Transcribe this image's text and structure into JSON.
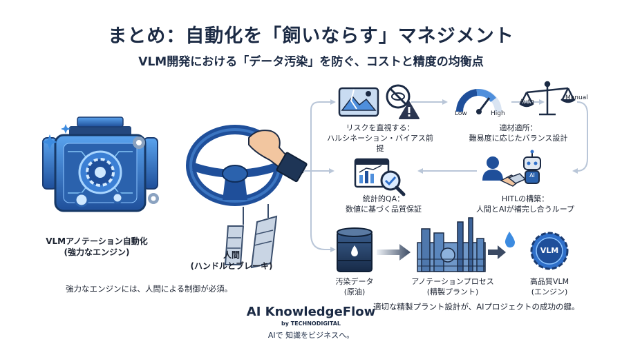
{
  "header": {
    "title": "まとめ：自動化を「飼いならす」マネジメント",
    "subtitle": "VLM開発における「データ汚染」を防ぐ、コストと精度の均衡点"
  },
  "left": {
    "engine_label_1": "VLMアノテーション自動化",
    "engine_label_2": "(強力なエンジン)",
    "human_label_1": "人間",
    "human_label_2": "(ハンドルとブレーキ)",
    "note": "強力なエンジンには、人間による制御が必須。"
  },
  "cycle": {
    "risk_1": "リスクを直視する：",
    "risk_2": "ハルシネーション・バイアス前提",
    "gauge_low": "Low",
    "gauge_high": "High",
    "fit_1": "適材適所：",
    "fit_2": "難易度に応じたバランス設計",
    "scale_auto": "Auto",
    "scale_manual": "Manual",
    "qa_1": "統計的QA：",
    "qa_2": "数値に基づく品質保証",
    "hitl_1": "HITLの構築：",
    "hitl_2": "人間とAIが補完し合うループ",
    "ai_badge": "AI"
  },
  "pipeline": {
    "raw_1": "汚染データ",
    "raw_2": "(原油)",
    "plant_1": "アノテーションプロセス",
    "plant_2": "(精製プラント)",
    "vlm_1": "高品質VLM",
    "vlm_2": "(エンジン)",
    "vlm_badge": "VLM",
    "note": "適切な精製プラント設計が、AIプロジェクトの成功の鍵。"
  },
  "footer": {
    "brand": "AI KnowledgeFlow",
    "by": "by TECHNODIGITAL",
    "tagline": "AIで 知識をビジネスへ。"
  },
  "colors": {
    "navy": "#1b2a44",
    "blue": "#2f6fc9",
    "light_blue": "#7fb2ea",
    "connector": "#b9c6d8",
    "warning": "#2a3550"
  }
}
